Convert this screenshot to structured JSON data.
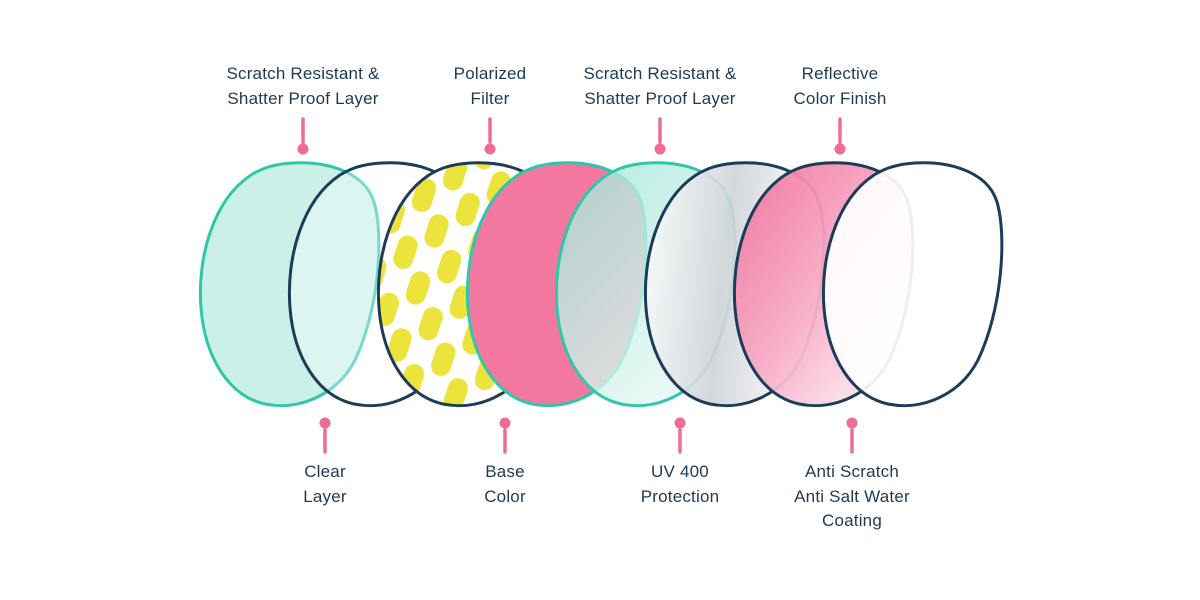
{
  "diagram": {
    "top_labels": [
      {
        "id": "scratch-shatter-front",
        "text": "Scratch Resistant &\nShatter Proof Layer"
      },
      {
        "id": "polarized-filter",
        "text": "Polarized\nFilter"
      },
      {
        "id": "scratch-shatter-mid",
        "text": "Scratch Resistant &\nShatter Proof Layer"
      },
      {
        "id": "reflective-color-finish",
        "text": "Reflective\nColor Finish"
      }
    ],
    "bottom_labels": [
      {
        "id": "clear-layer",
        "text": "Clear\nLayer"
      },
      {
        "id": "base-color",
        "text": "Base\nColor"
      },
      {
        "id": "uv-400-protection",
        "text": "UV 400\nProtection"
      },
      {
        "id": "anti-scratch",
        "text": "Anti Scratch\nAnti Salt Water\nCoating"
      }
    ],
    "layers": [
      {
        "name": "Scratch Resistant & Shatter Proof Layer",
        "fill": "#c7efe7",
        "stroke": "#2fc6ac"
      },
      {
        "name": "Clear Layer",
        "fill": "#ffffff",
        "stroke": "#1d3c59"
      },
      {
        "name": "Polarized Filter",
        "fill": "#ece43c",
        "stroke": "#1d3c59"
      },
      {
        "name": "Base Color",
        "fill": "#f2789f",
        "stroke": "#2fc6ac"
      },
      {
        "name": "Scratch Resistant & Shatter Proof Layer",
        "fill": "#9fe5d6",
        "stroke": "#2fc6ac"
      },
      {
        "name": "UV 400 Protection",
        "fill": "#cfd3d8",
        "stroke": "#1d3c59"
      },
      {
        "name": "Reflective Color Finish",
        "fill": "#f1729b",
        "stroke": "#1d3c59"
      },
      {
        "name": "Anti Scratch Anti Salt Water Coating",
        "fill": "#ffffff",
        "stroke": "#1d3c59"
      }
    ],
    "colors": {
      "accent_pink": "#ee6d90",
      "text": "#1e3a52",
      "navy": "#1d3c59",
      "teal": "#2fc6ac",
      "white": "#ffffff",
      "mint_pale": "#eefaf7",
      "pink_mid": "#f7abc5",
      "pink_pale": "#fdeef3",
      "background": "#ffffff"
    }
  }
}
